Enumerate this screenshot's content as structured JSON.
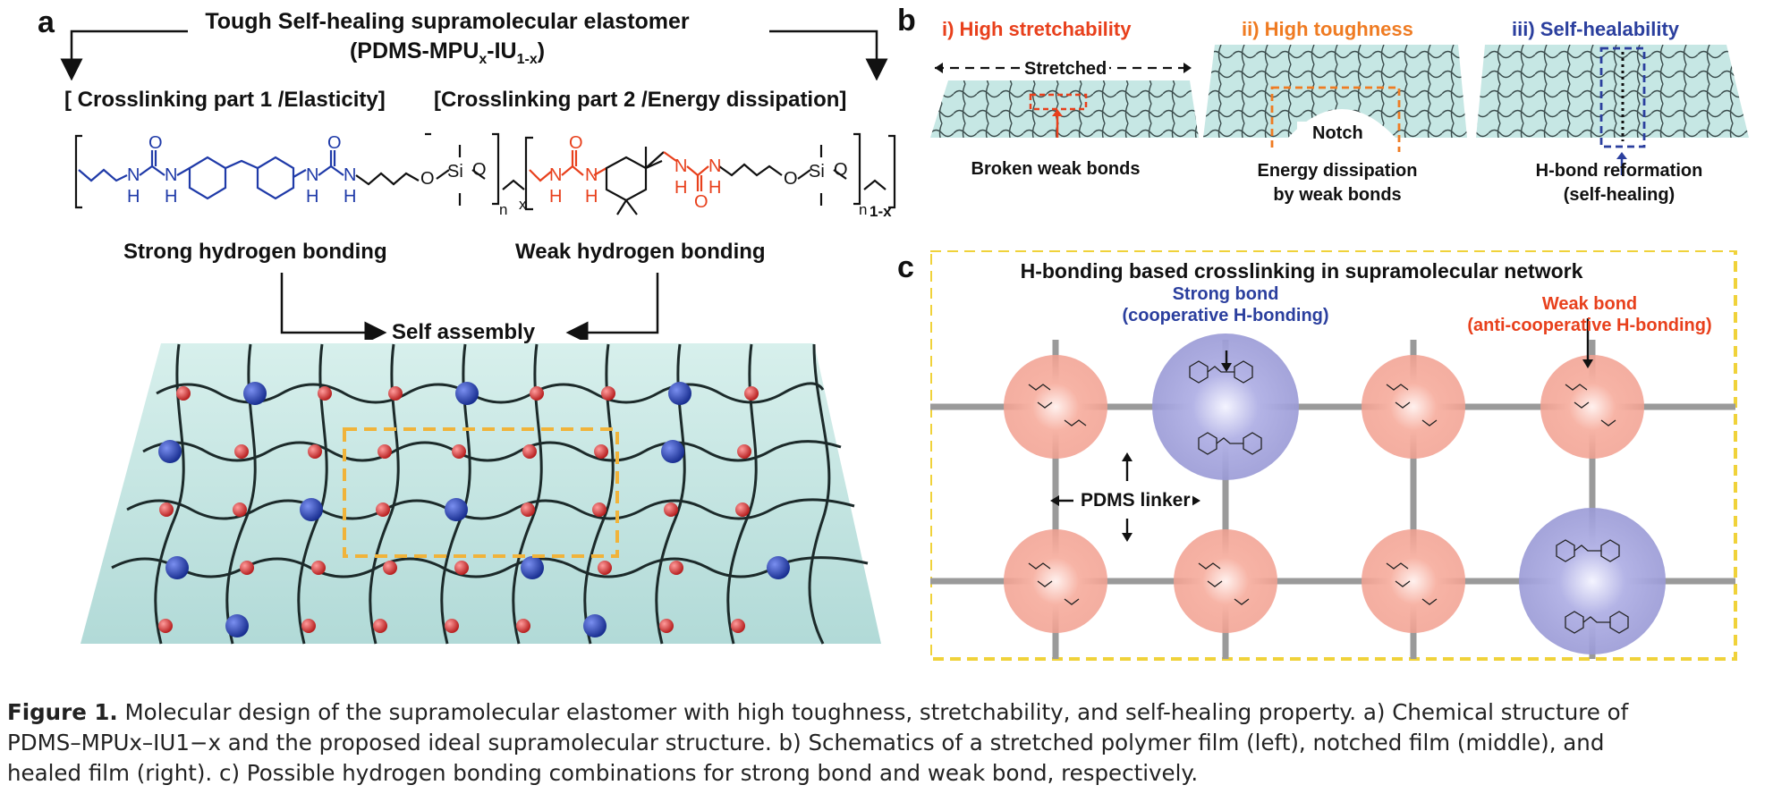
{
  "panel_a": {
    "letter": "a",
    "title_line1": "Tough Self-healing supramolecular elastomer",
    "title_line2": "(PDMS-MPUx-IU1-x)",
    "crosslink1": "[ Crosslinking part 1 /Elasticity]",
    "crosslink2": "[Crosslinking part 2 /Energy dissipation]",
    "strong": "Strong hydrogen bonding",
    "weak": "Weak hydrogen bonding",
    "assembly": "Self assembly",
    "structure": {
      "nh": "N",
      "h": "H",
      "o": "O",
      "si": "Si",
      "n_sub": "n",
      "x_sub": "x",
      "one_minus_x": "1-x"
    }
  },
  "panel_b": {
    "letter": "b",
    "t1": "i) High stretchability",
    "t2": "ii) High toughness",
    "t3": "iii) Self-healability",
    "stretched": "Stretched",
    "notch": "Notch",
    "l1": "Broken weak bonds",
    "l2a": "Energy dissipation",
    "l2b": "by weak bonds",
    "l3a": "H-bond reformation",
    "l3b": "(self-healing)"
  },
  "panel_c": {
    "letter": "c",
    "title": "H-bonding based crosslinking in supramolecular network",
    "strong1": "Strong bond",
    "strong2": "(cooperative H-bonding)",
    "weak1": "Weak bond",
    "weak2": "(anti-cooperative H-bonding)",
    "linker": "PDMS linker"
  },
  "caption": {
    "label": "Figure 1.",
    "line1": "Molecular design of the supramolecular elastomer with high toughness, stretchability, and self-healing property. a) Chemical structure of",
    "line2": "PDMS–MPUx–IU1−x and the proposed ideal supramolecular structure. b) Schematics of a stretched polymer film (left), notched film (middle), and",
    "line3": "healed film (right). c) Possible hydrogen bonding combinations for strong bond and weak bond, respectively."
  },
  "colors": {
    "red": "#e8401c",
    "orange": "#ef7b22",
    "blue": "#2b3f9e",
    "film": "#bfe3e0",
    "dash_yellow": "#f0d23a",
    "node_red": "#d8262a",
    "node_blue": "#1f3aa8",
    "pink_halo": "#f5a99a",
    "blue_halo": "#a8a8dc"
  }
}
